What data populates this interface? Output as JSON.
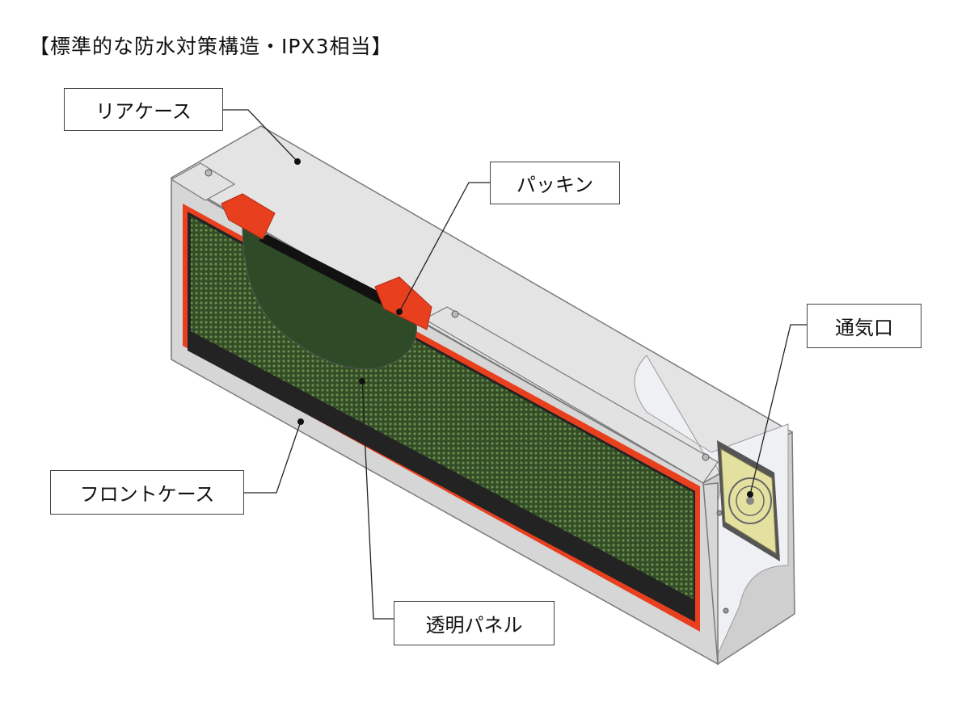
{
  "title": "【標準的な防水対策構造・IPX3相当】",
  "labels": {
    "rear_case": "リアケース",
    "packing": "パッキン",
    "vent": "通気口",
    "front_case": "フロントケース",
    "transparent_panel": "透明パネル"
  },
  "colors": {
    "case_gray": "#d6d6d6",
    "case_edge": "#7a7a7a",
    "gasket_red": "#e8401f",
    "led_green": "#3f5e2e",
    "filter_yellow": "#e4e0a0"
  }
}
